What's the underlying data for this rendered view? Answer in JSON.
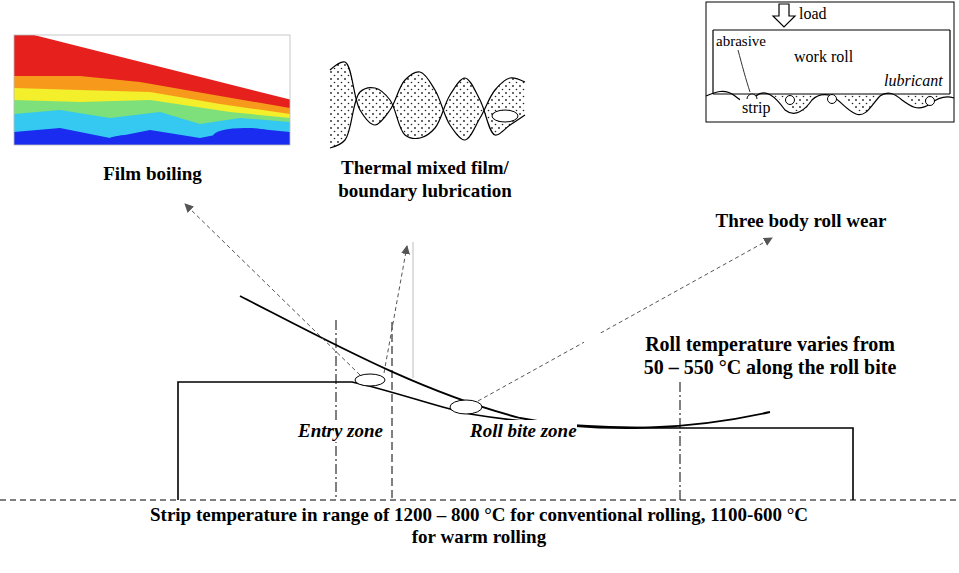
{
  "diagram": {
    "nodes": [
      {
        "text": [
          "Film boiling"
        ]
      },
      {
        "text": [
          "Thermal mixed film/ boundary lubrication"
        ]
      },
      {
        "text": [
          "Three body roll wear"
        ]
      },
      {
        "text": [
          "work roll"
        ],
        "in": 2
      },
      {
        "text": [
          "strip"
        ],
        "in": 2
      }
    ],
    "labels": [
      "load",
      "abrasive",
      "lubricant",
      "Entry zone",
      "Roll bite zone",
      "Roll temperature varies from 50 – 550 °C along the roll bite",
      "Strip temperature in range of 1200 – 800 °C for conventional rolling, 1100-600 °C for warm rolling"
    ]
  }
}
